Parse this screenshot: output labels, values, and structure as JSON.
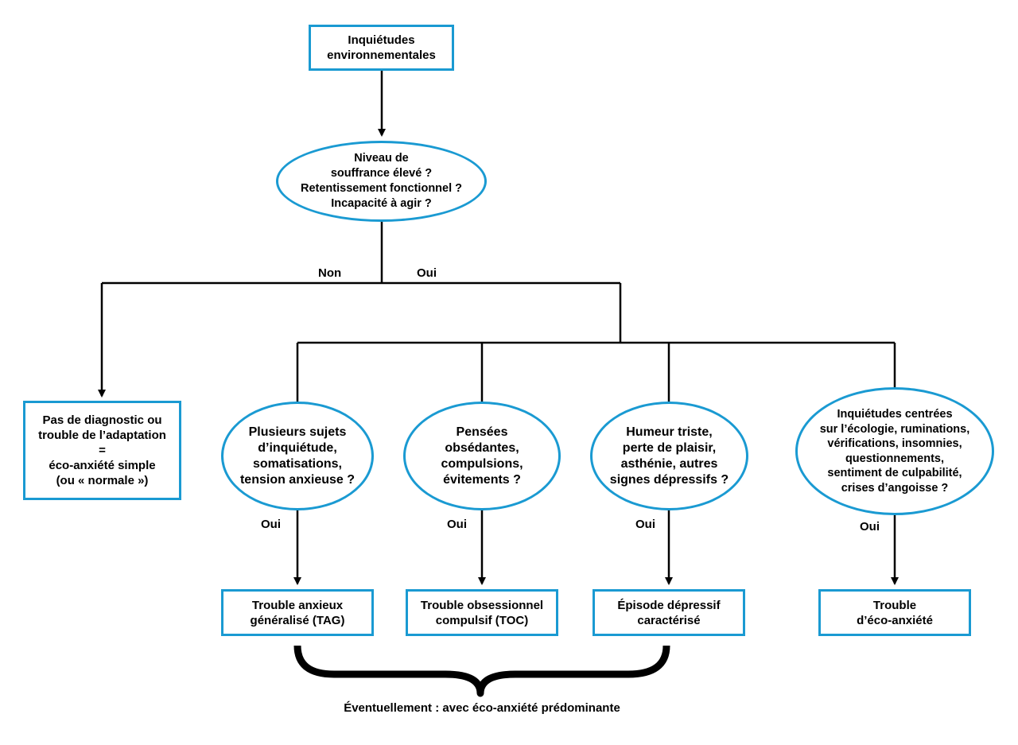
{
  "nodes": {
    "root": "Inquiétudes\nenvironnementales",
    "question": "Niveau de\nsouffrance élevé ?\nRetentissement fonctionnel ?\nIncapacité à agir ?",
    "no_diag": "Pas de diagnostic ou\ntrouble de l’adaptation\n=\néco-anxiété simple\n(ou « normale »)",
    "q_tag": "Plusieurs sujets\nd’inquiétude,\nsomatisations,\ntension anxieuse ?",
    "q_toc": "Pensées\nobsédantes,\ncompulsions,\névitements ?",
    "q_dep": "Humeur triste,\nperte de plaisir,\nasthénie, autres\nsignes dépressifs ?",
    "q_eco": "Inquiétudes centrées\nsur l’écologie, ruminations,\nvérifications, insomnies,\nquestionnements,\nsentiment de culpabilité,\ncrises d’angoisse ?",
    "r_tag": "Trouble anxieux\ngénéralisé (TAG)",
    "r_toc": "Trouble obsessionnel\ncompulsif (TOC)",
    "r_dep": "Épisode dépressif\ncaractérisé",
    "r_eco": "Trouble\nd’éco-anxiété"
  },
  "labels": {
    "non": "Non",
    "oui": "Oui",
    "oui_tag": "Oui",
    "oui_toc": "Oui",
    "oui_dep": "Oui",
    "oui_eco": "Oui"
  },
  "footnote": "Éventuellement : avec éco-anxiété prédominante",
  "colors": {
    "accent": "#1a9ad2",
    "line": "#000000"
  }
}
